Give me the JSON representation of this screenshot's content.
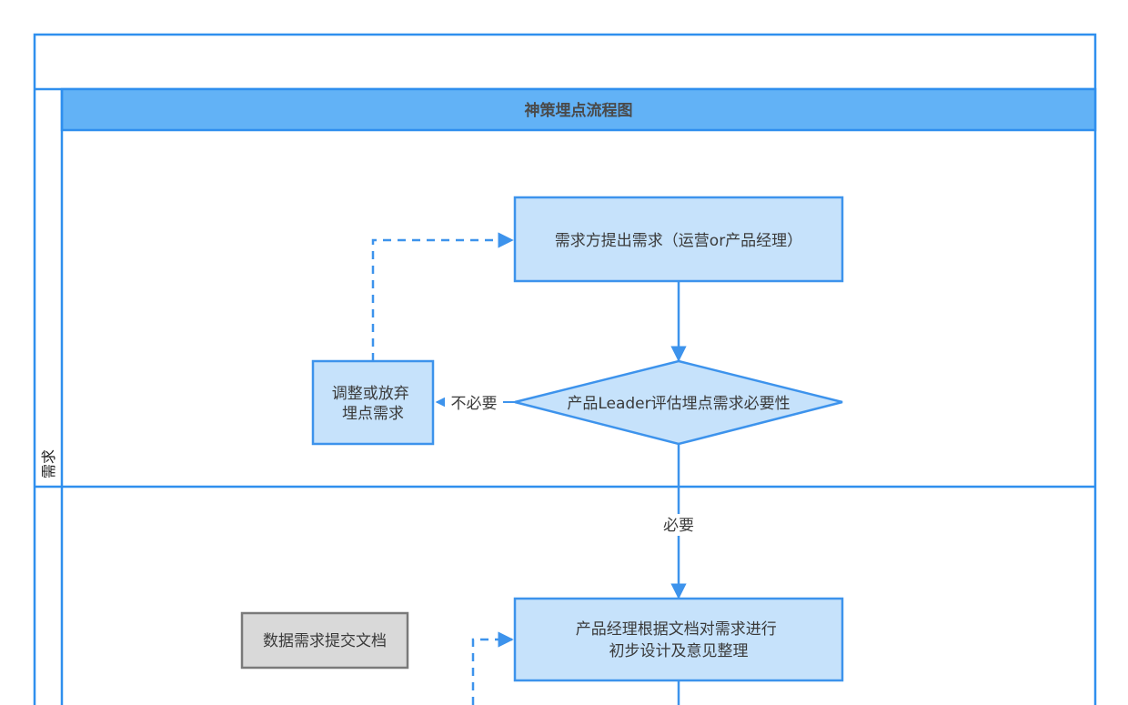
{
  "title": "神策埋点流程图",
  "lanes": [
    {
      "label": "需求"
    }
  ],
  "nodes": {
    "propose": {
      "label": "需求方提出需求（运营or产品经理）"
    },
    "evaluate": {
      "label": "产品Leader评估埋点需求必要性"
    },
    "adjust": {
      "lines": [
        "调整或放弃",
        "埋点需求"
      ]
    },
    "design": {
      "lines": [
        "产品经理根据文档对需求进行",
        "初步设计及意见整理"
      ]
    },
    "doc": {
      "label": "数据需求提交文档"
    }
  },
  "edges": {
    "not_needed": "不必要",
    "needed": "必要"
  },
  "colors": {
    "frame": "#2f8fee",
    "header_fill": "#62b2f6",
    "node_fill": "#c6e2fb",
    "node_stroke": "#3d93ec",
    "doc_fill": "#d9d9d9",
    "doc_stroke": "#7a7a7a"
  }
}
